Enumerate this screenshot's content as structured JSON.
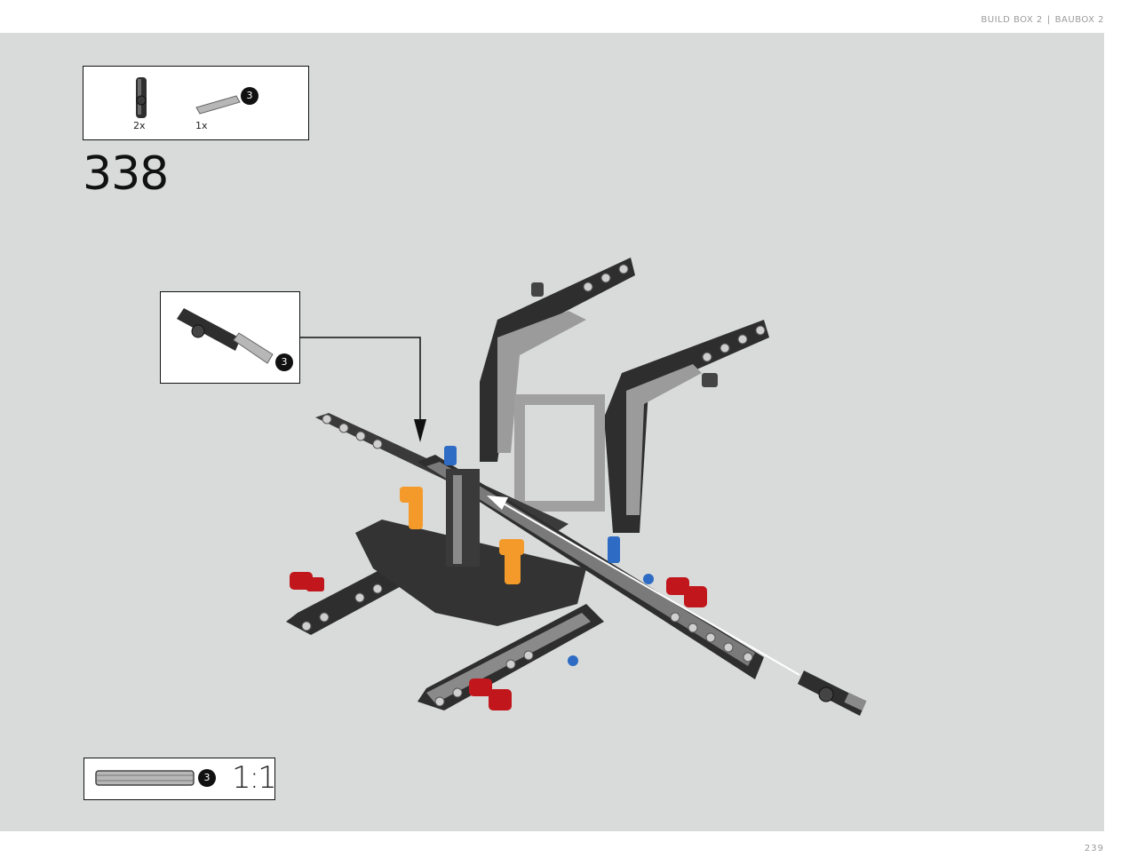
{
  "header": {
    "left": "BUILD BOX 2",
    "separator": "|",
    "right": "BAUBOX 2"
  },
  "page_number": "239",
  "step": {
    "number": "338"
  },
  "parts_list": {
    "items": [
      {
        "icon": "connector-pin-icon",
        "quantity": "2x"
      },
      {
        "icon": "axle-3-icon",
        "quantity": "1x",
        "length": "3"
      }
    ]
  },
  "callout": {
    "length": "3"
  },
  "scale_reference": {
    "length": "3",
    "scale": "1:1"
  },
  "colors": {
    "background": "#d9dbda",
    "beam_dark": "#2e2e2e",
    "beam_light": "#a8a8a8",
    "red": "#c0161c",
    "orange": "#f39a2a",
    "blue": "#2d6bc4"
  }
}
